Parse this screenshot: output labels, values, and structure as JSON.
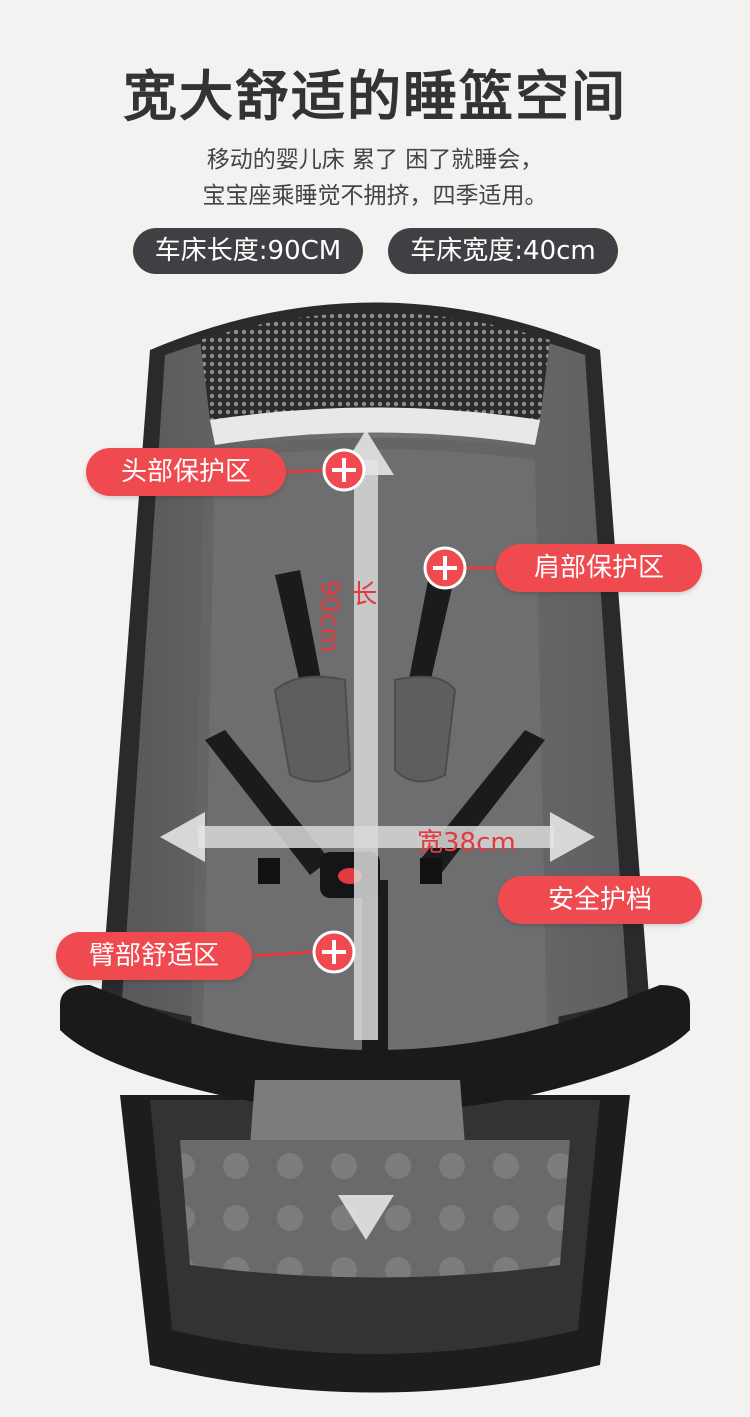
{
  "title": "宽大舒适的睡篮空间",
  "subtitle": [
    "移动的婴儿床  累了 困了就睡会，",
    "宝宝座乘睡觉不拥挤，四季适用。"
  ],
  "specs": {
    "length": "车床长度:90CM",
    "width": "车床宽度:40cm"
  },
  "callouts": {
    "head": "头部保护区",
    "shoulder": "肩部保护区",
    "guard": "安全护档",
    "arm": "臂部舒适区"
  },
  "dimensions": {
    "length": "长90cm",
    "width": "宽38cm"
  },
  "colors": {
    "accent": "#ee4a4f",
    "pill": "#3f4044",
    "title": "#333333",
    "fabric": "#6b6b6d"
  },
  "icons": [
    "plus-icon",
    "arrow-icon"
  ]
}
